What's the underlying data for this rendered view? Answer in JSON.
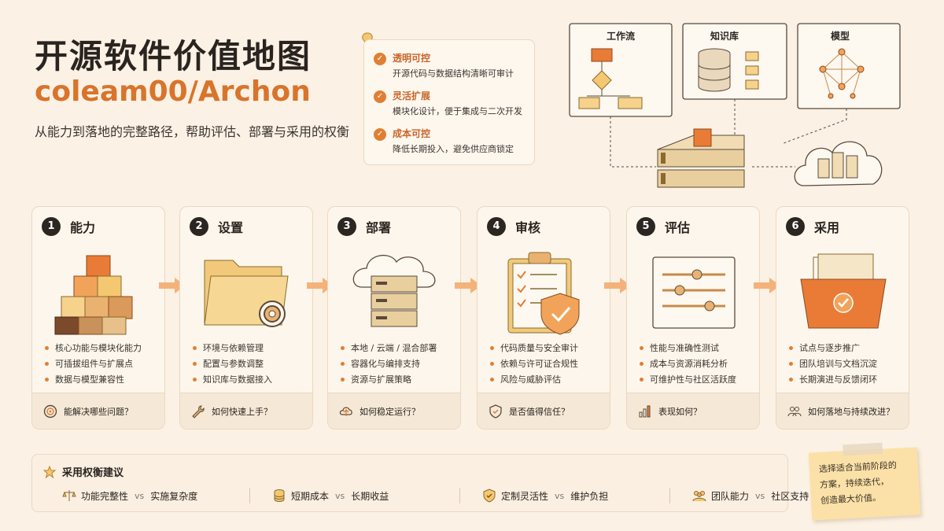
{
  "header": {
    "title": "开源软件价值地图",
    "repo": "coleam00/Archon",
    "subtitle": "从能力到落地的完整路径，帮助评估、部署与采用的权衡"
  },
  "benefits": [
    {
      "title": "透明可控",
      "desc": "开源代码与数据结构清晰可审计"
    },
    {
      "title": "灵活扩展",
      "desc": "模块化设计，便于集成与二次开发"
    },
    {
      "title": "成本可控",
      "desc": "降低长期投入，避免供应商锁定"
    }
  ],
  "architecture": {
    "workflow_label": "工作流",
    "knowledge_label": "知识库",
    "model_label": "模型"
  },
  "steps": [
    {
      "num": "1",
      "title": "能力",
      "items": [
        "核心功能与模块化能力",
        "可插拔组件与扩展点",
        "数据与模型兼容性"
      ],
      "footer": "能解决哪些问题？"
    },
    {
      "num": "2",
      "title": "设置",
      "items": [
        "环境与依赖管理",
        "配置与参数调整",
        "知识库与数据接入"
      ],
      "footer": "如何快速上手？"
    },
    {
      "num": "3",
      "title": "部署",
      "items": [
        "本地 / 云端 / 混合部署",
        "容器化与编排支持",
        "资源与扩展策略"
      ],
      "footer": "如何稳定运行？"
    },
    {
      "num": "4",
      "title": "审核",
      "items": [
        "代码质量与安全审计",
        "依赖与许可证合规性",
        "风险与威胁评估"
      ],
      "footer": "是否值得信任？"
    },
    {
      "num": "5",
      "title": "评估",
      "items": [
        "性能与准确性测试",
        "成本与资源消耗分析",
        "可维护性与社区活跃度"
      ],
      "footer": "表现如何？"
    },
    {
      "num": "6",
      "title": "采用",
      "items": [
        "试点与逐步推广",
        "团队培训与文档沉淀",
        "长期演进与反馈闭环"
      ],
      "footer": "如何落地与持续改进？"
    }
  ],
  "tradeoffs": {
    "title": "采用权衡建议",
    "vs": "vs",
    "items": [
      {
        "left": "功能完整性",
        "right": "实施复杂度"
      },
      {
        "left": "短期成本",
        "right": "长期收益"
      },
      {
        "left": "定制灵活性",
        "right": "维护负担"
      },
      {
        "left": "团队能力",
        "right": "社区支持"
      }
    ]
  },
  "note": {
    "lines": [
      "选择适合当前阶段的",
      "方案，持续迭代，",
      "创造最大价值。"
    ]
  },
  "colors": {
    "accent": "#e07f34",
    "repo": "#d8742c",
    "background": "#fbf1e4"
  }
}
